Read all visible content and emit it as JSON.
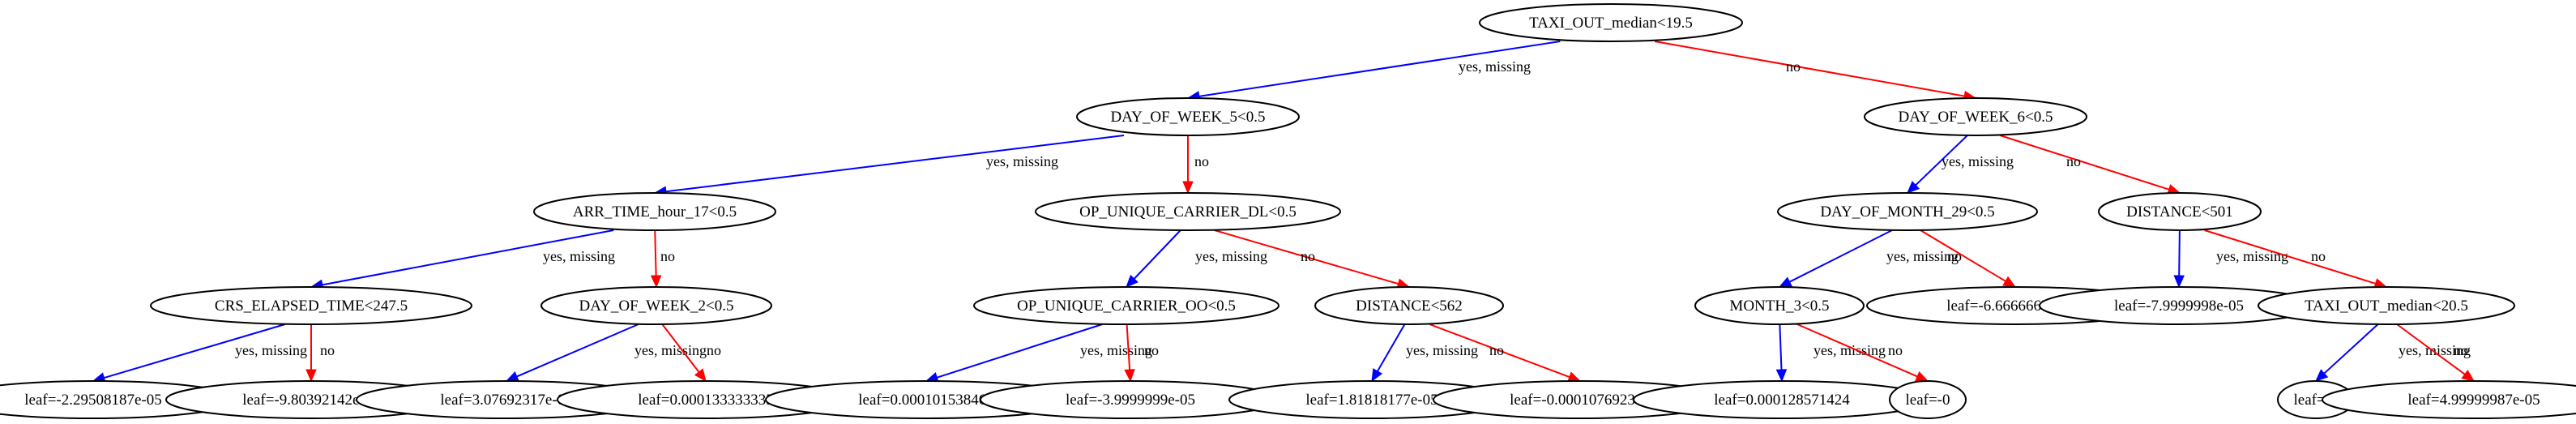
{
  "colors": {
    "yes_edge": "#0000ff",
    "no_edge": "#ff0000",
    "node_stroke": "#000000",
    "background": "#ffffff"
  },
  "nodes": {
    "n0": "TAXI_OUT_median<19.5",
    "n1": "DAY_OF_WEEK_5<0.5",
    "n2": "DAY_OF_WEEK_6<0.5",
    "n3": "ARR_TIME_hour_17<0.5",
    "n4": "OP_UNIQUE_CARRIER_DL<0.5",
    "n5": "DAY_OF_MONTH_29<0.5",
    "n6": "DISTANCE<501",
    "n7": "CRS_ELAPSED_TIME<247.5",
    "n8": "DAY_OF_WEEK_2<0.5",
    "n9": "OP_UNIQUE_CARRIER_OO<0.5",
    "n10": "DISTANCE<562",
    "n11": "MONTH_3<0.5",
    "n12": "leaf=-6.66666674e-05",
    "n13": "leaf=-7.9999998e-05",
    "n14": "TAXI_OUT_median<20.5",
    "n15": "leaf=-2.29508187e-05",
    "n16": "leaf=-9.80392142e-05",
    "n17": "leaf=3.07692317e-05",
    "n18": "leaf=0.000133333335",
    "n19": "leaf=0.000101538462",
    "n20": "leaf=-3.9999999e-05",
    "n21": "leaf=1.81818177e-05",
    "n22": "leaf=-0.000107692307",
    "n23": "leaf=0.000128571424",
    "n24": "leaf=-0",
    "n25": "leaf=-0",
    "n26": "leaf=4.99999987e-05"
  },
  "edge_labels": {
    "yes": "yes, missing",
    "no": "no"
  }
}
